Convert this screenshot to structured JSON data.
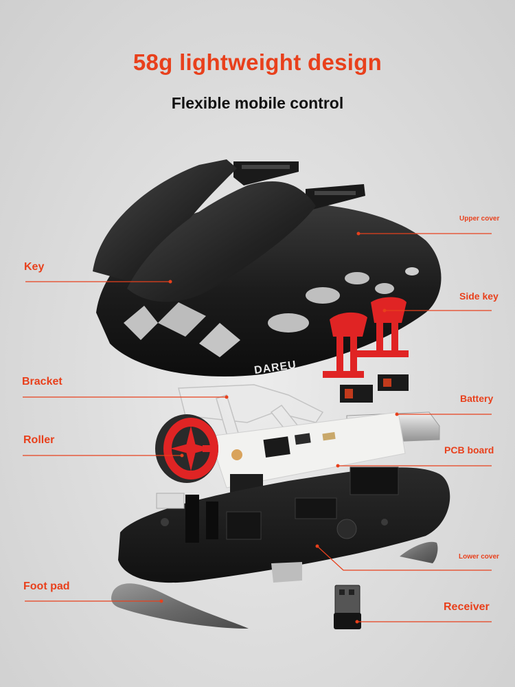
{
  "headline": "58g lightweight design",
  "subheadline": "Flexible mobile control",
  "brand": "DAREU",
  "labels": {
    "key": "Key",
    "bracket": "Bracket",
    "roller": "Roller",
    "foot_pad": "Foot pad",
    "upper_cover": "Upper cover",
    "side_key": "Side key",
    "battery": "Battery",
    "pcb_board": "PCB board",
    "lower_cover": "Lower cover",
    "receiver": "Receiver"
  },
  "colors": {
    "accent": "#e8401c",
    "text_dark": "#111111",
    "leader_line": "#e8401c",
    "shell": "#1c1c1c",
    "red_part": "#e02424"
  }
}
